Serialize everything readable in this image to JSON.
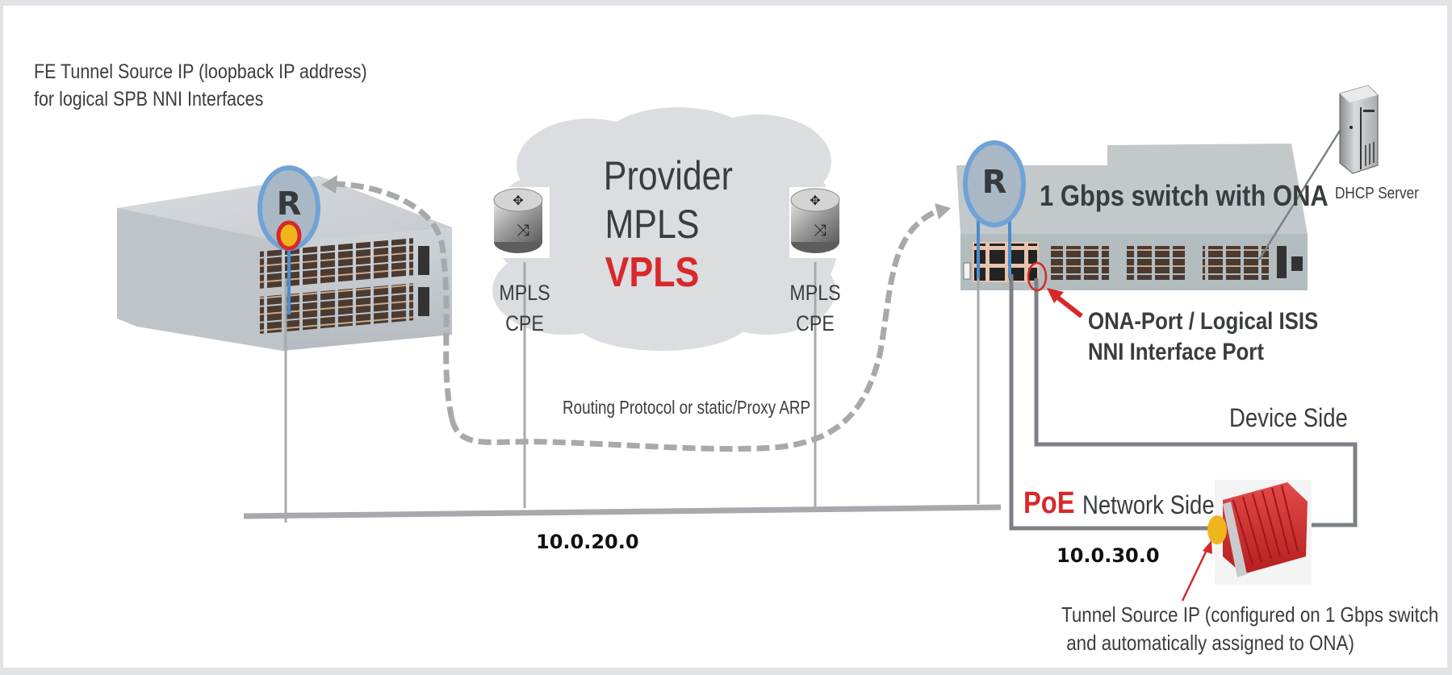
{
  "diagram": {
    "caption_top": {
      "line1": "FE Tunnel Source IP (loopback IP address)",
      "line2": "for logical SPB NNI Interfaces"
    },
    "cloud": {
      "line1": "Provider",
      "line2": "MPLS",
      "line3": "VPLS"
    },
    "cpe_left": {
      "line1": "MPLS",
      "line2": "CPE"
    },
    "cpe_right": {
      "line1": "MPLS",
      "line2": "CPE"
    },
    "routing_label": "Routing Protocol or static/Proxy ARP",
    "left_router_badge": "R",
    "right_router_badge": "R",
    "right_switch_title": "1 Gbps switch with ONA",
    "dhcp_label": "DHCP Server",
    "ona_port_label": {
      "line1": "ONA-Port / Logical ISIS",
      "line2": "NNI Interface Port"
    },
    "device_side_label": "Device Side",
    "poe_label": "PoE",
    "network_side_label": "Network Side",
    "subnet_left": "10.0.20.0",
    "subnet_right": "10.0.30.0",
    "tunnel_source_label": {
      "line1": "Tunnel Source IP (configured on 1 Gbps switch",
      "line2": " and automatically assigned to ONA)"
    },
    "colors": {
      "accent_red": "#d8282a",
      "router_badge_fill": "#aab8c6",
      "router_badge_stroke": "#6fa3d6",
      "tunnel_dot": "#f0b51d",
      "line_gray": "#a7a9ac",
      "wire_gray": "#7d8084"
    }
  }
}
